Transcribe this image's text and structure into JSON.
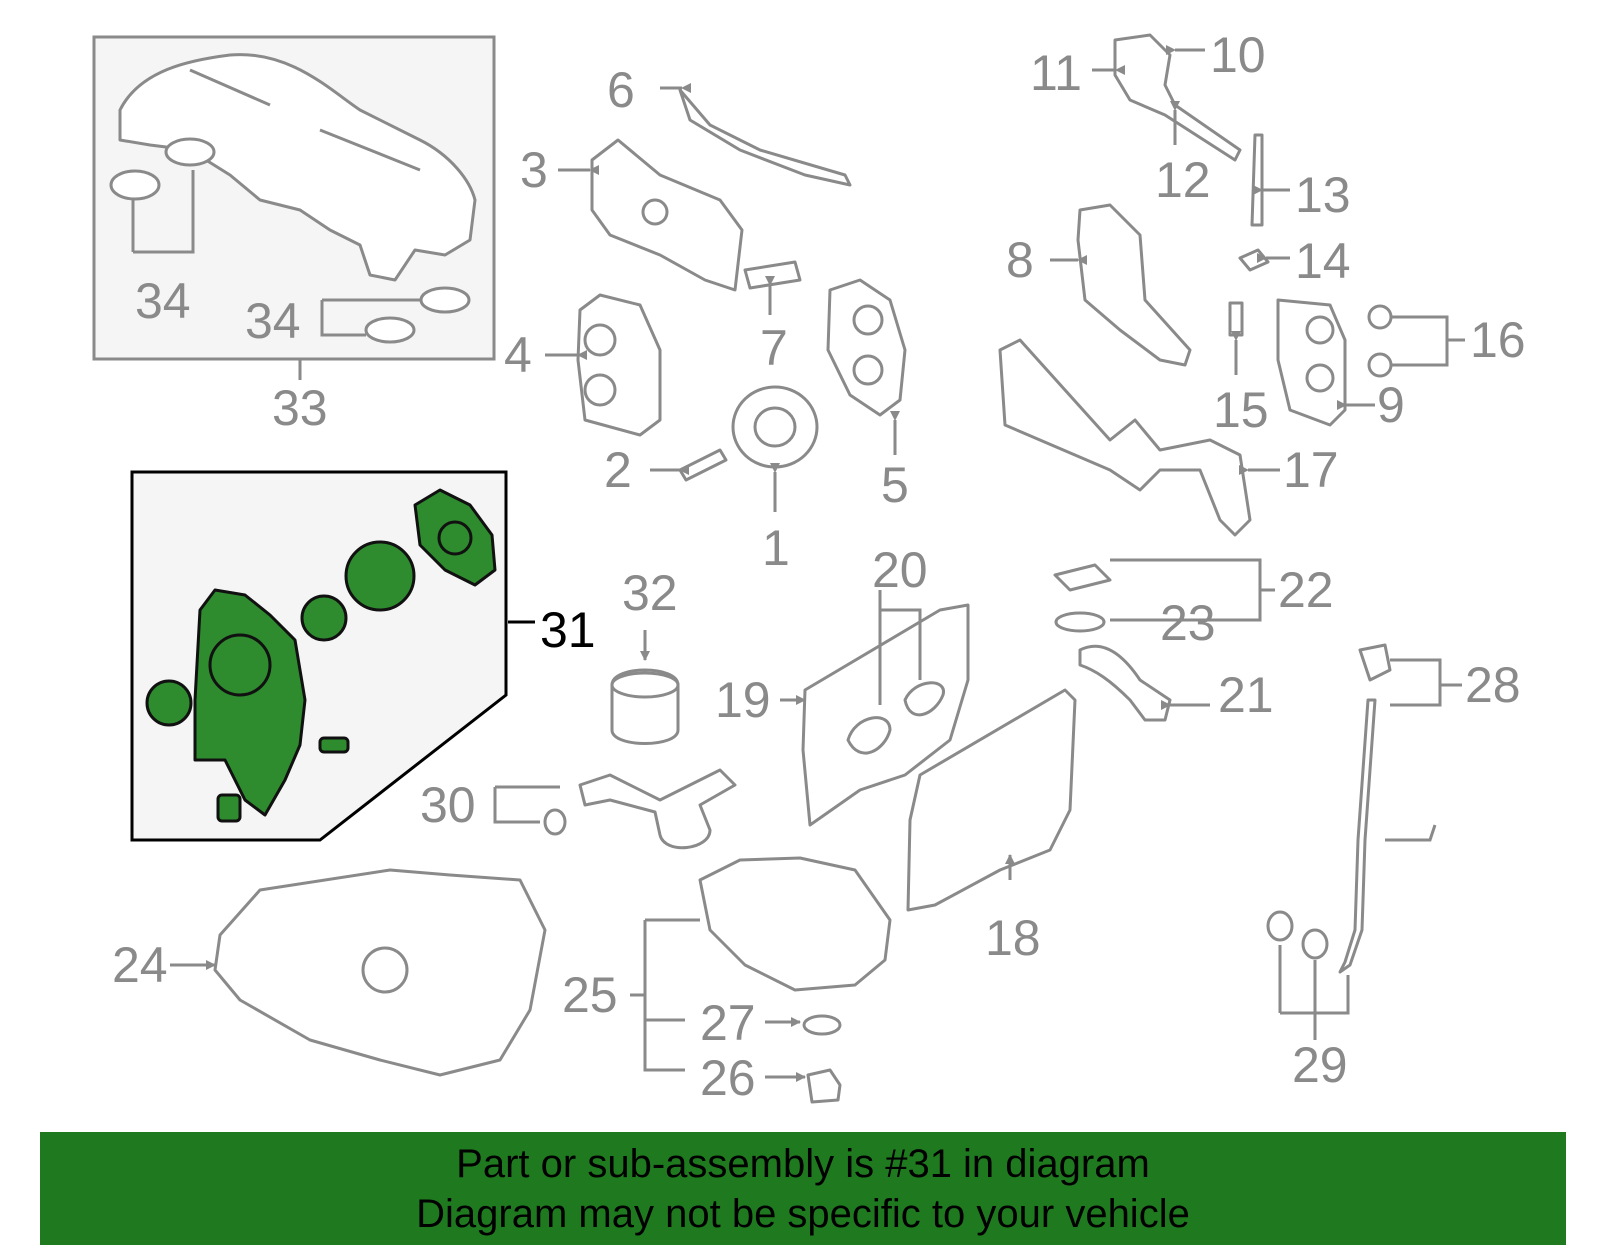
{
  "diagram": {
    "highlight_color": "#2e8b2e",
    "labels": {
      "l1": "1",
      "l2": "2",
      "l3": "3",
      "l4": "4",
      "l5": "5",
      "l6": "6",
      "l7": "7",
      "l8": "8",
      "l9": "9",
      "l10": "10",
      "l11": "11",
      "l12": "12",
      "l13": "13",
      "l14": "14",
      "l15": "15",
      "l16": "16",
      "l17": "17",
      "l18": "18",
      "l19": "19",
      "l20": "20",
      "l21": "21",
      "l22": "22",
      "l23": "23",
      "l24": "24",
      "l25": "25",
      "l26": "26",
      "l27": "27",
      "l28": "28",
      "l29": "29",
      "l30": "30",
      "l31": "31",
      "l32": "32",
      "l33": "33",
      "l34a": "34",
      "l34b": "34"
    }
  },
  "banner": {
    "background": "#1f7a1f",
    "line1": "Part or sub-assembly is #31 in diagram",
    "line2": "Diagram may not be specific to your vehicle"
  }
}
